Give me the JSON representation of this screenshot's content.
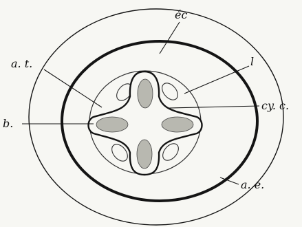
{
  "diagram": {
    "labels": {
      "ec": "éc",
      "at": "a. t.",
      "l": "l",
      "b": "b.",
      "cyc": "cy. c.",
      "ae": "a. e."
    },
    "colors": {
      "background": "#f7f7f3",
      "line": "#141414",
      "lobe_fill": "#b8b8b0"
    }
  }
}
